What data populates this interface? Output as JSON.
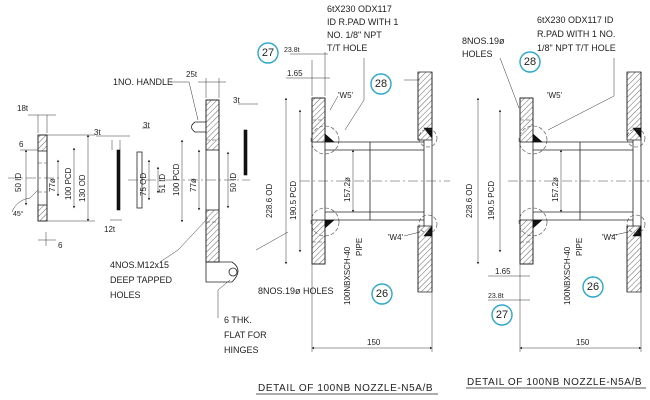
{
  "parts": {
    "handle_label": "1NO. HANDLE",
    "tapped_holes_label": [
      "4NOS.M12x15",
      "DEEP TAPPED",
      "HOLES"
    ],
    "hinge_flat_label": [
      "6 THK.",
      "FLAT FOR",
      "HINGES"
    ],
    "dims": {
      "t18": "18t",
      "t6a": "6",
      "t6b": "6",
      "deg45": "45°",
      "d50": "50 ID",
      "d77": "77ø",
      "d100pcd": "100 PCD",
      "d130": "130 OD",
      "t3a": "3t",
      "t3b": "3t",
      "t12": "12t",
      "d75": "75 OD",
      "d51": "51 ID",
      "d100pcd2": "100 PCD",
      "d77b": "77ø",
      "t3c": "3t",
      "d50b": "50 ID",
      "t25": "25t"
    }
  },
  "nozzle_left": {
    "pad_note": [
      "6tX230 ODX117",
      "ID R.PAD WITH 1",
      "NO. 1/8\" NPT",
      "T/T HOLE"
    ],
    "t238": "23.8t",
    "t165": "1.65",
    "d2286": "228.6 OD",
    "d1905": "190.5 PCD",
    "d1572": "157.2ø",
    "pipe": [
      "100NBXSCH-40",
      "PIPE"
    ],
    "holes": "8NOS.19ø HOLES",
    "w5": "'W5'",
    "w4": "'W4'",
    "len150": "150",
    "bubbles": {
      "b27": "27",
      "b28": "28",
      "b26": "26"
    },
    "title": "DETAIL OF 100NB NOZZLE-N5A/B"
  },
  "nozzle_right": {
    "pad_note": [
      "6tX230 ODX117 ID",
      "R.PAD WITH 1 NO.",
      "1/8\" NPT T/T HOLE"
    ],
    "holes": [
      "8NOS.19ø",
      "HOLES"
    ],
    "t165": "1.65",
    "t238": "23.8t",
    "d2286": "228.6 OD",
    "d1905": "190.5 PCD",
    "d1572": "157.2ø",
    "pipe": [
      "100NBXSCH-40",
      "PIPE"
    ],
    "w5": "'W5'",
    "w4": "'W4'",
    "len150": "150",
    "bubbles": {
      "b28": "28",
      "b27": "27",
      "b26": "26"
    },
    "title": "DETAIL OF 100NB NOZZLE-N5A/B"
  }
}
